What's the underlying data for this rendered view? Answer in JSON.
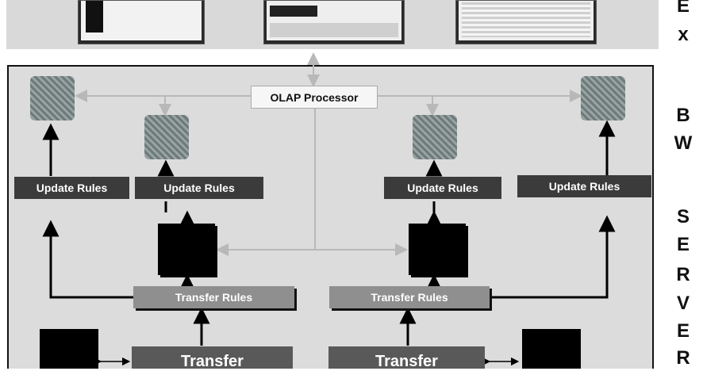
{
  "olap_processor": "OLAP Processor",
  "update_rules": [
    "Update Rules",
    "Update Rules",
    "Update Rules",
    "Update Rules"
  ],
  "transfer_rules": [
    "Transfer Rules",
    "Transfer Rules"
  ],
  "transfer_structures": [
    "Transfer",
    "Transfer"
  ],
  "side_letters_top": [
    "E",
    "x"
  ],
  "side_letters_bw": [
    "B",
    "W"
  ],
  "side_letters_server": [
    "S",
    "E",
    "R",
    "V",
    "E",
    "R"
  ],
  "colors": {
    "dark_box": "#3b3b3b",
    "transfer_rules_box": "#8f8f8f",
    "panel": "#dcdcdc",
    "connector": "#b8b8b8"
  }
}
